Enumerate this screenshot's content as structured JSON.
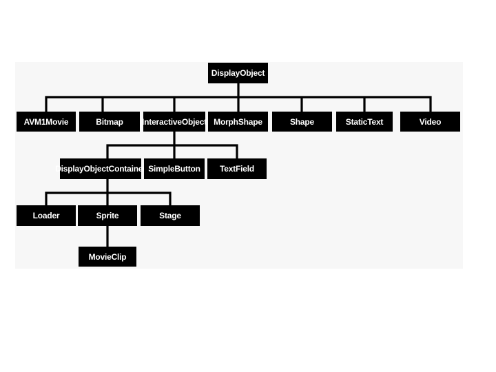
{
  "diagram": {
    "nodes": {
      "display_object": "DisplayObject",
      "avm1movie": "AVM1Movie",
      "bitmap": "Bitmap",
      "interactive_object": "InteractiveObject",
      "morph_shape": "MorphShape",
      "shape": "Shape",
      "static_text": "StaticText",
      "video": "Video",
      "display_object_container": "DisplayObjectContainer",
      "simple_button": "SimpleButton",
      "text_field": "TextField",
      "loader": "Loader",
      "sprite": "Sprite",
      "stage": "Stage",
      "movie_clip": "MovieClip"
    },
    "colors": {
      "node_fill": "#000000",
      "node_text": "#ffffff",
      "edge": "#000000",
      "panel": "#f7f7f7"
    }
  }
}
